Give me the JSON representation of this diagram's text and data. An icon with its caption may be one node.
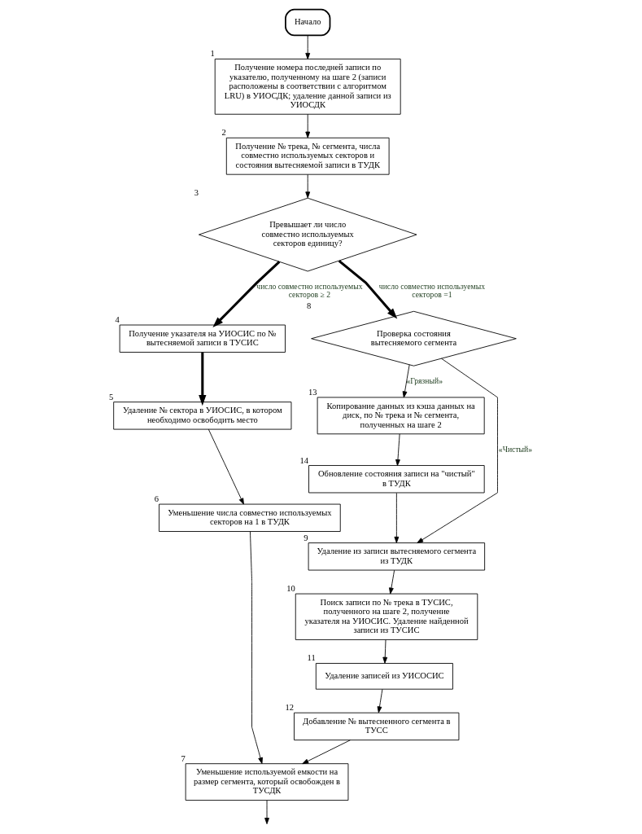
{
  "diagram": {
    "nodes": [
      {
        "text": [
          "Начало"
        ]
      },
      {
        "text": [
          "Получение номера последней записи по указателю, полученному на шаге 2 (записи расположены в соответствии с алгоритмом LRU) в УИОСДК; удаление данной записи из УИОСДК"
        ],
        "beside": [
          "1"
        ]
      },
      {
        "text": [
          "Получение № трека, № сегмента, числа совместно используемых секторов и состояния вытесняемой записи в ТУДК"
        ],
        "beside": [
          "2"
        ]
      },
      {
        "text": [
          "Превышает ли число совместно используемых секторов единицу?"
        ],
        "beside": [
          "3"
        ]
      },
      {
        "text": [
          "Получение указателя на УИОСИС по № вытесняемой записи в ТУСИС"
        ],
        "beside": [
          "4"
        ]
      },
      {
        "text": [
          "Удаление № сектора в УИОСИС, в котором необходимо освободить место"
        ],
        "beside": [
          "5"
        ]
      },
      {
        "text": [
          "Уменьшение числа совместно используемых секторов на 1 в ТУДК"
        ],
        "beside": [
          "6"
        ]
      },
      {
        "text": [
          "Проверка состояния вытесняемого сегмента"
        ],
        "beside": [
          "8"
        ]
      },
      {
        "text": [
          "Копирование данных из кэша данных на диск, по № трека и № сегмента, полученных на шаге 2"
        ],
        "beside": [
          "13"
        ]
      },
      {
        "text": [
          "Обновление состояния записи на \"чистый\" в ТУДК"
        ],
        "beside": [
          "14"
        ]
      },
      {
        "text": [
          "Удаление из записи вытесняемого сегмента из ТУДК"
        ],
        "beside": [
          "9"
        ]
      },
      {
        "text": [
          "Поиск записи по № трека в ТУСИС, полученного на шаге 2, получение указателя на УИОСИС. Удаление найденной записи из ТУСИС"
        ],
        "beside": [
          "10"
        ]
      },
      {
        "text": [
          "Удаление записей из УИСОСИС"
        ],
        "beside": [
          "11"
        ]
      },
      {
        "text": [
          "Добавление № вытесненного сегмента в ТУСС"
        ],
        "beside": [
          "12"
        ]
      },
      {
        "text": [
          "Уменьшение используемой емкости на размер сегмента, который освобожден в ТУСДК"
        ],
        "beside": [
          "7"
        ]
      }
    ],
    "edges": [
      {
        "from": 0,
        "to": 1,
        "arrow": "to"
      },
      {
        "from": 1,
        "to": 2,
        "arrow": "to"
      },
      {
        "from": 2,
        "to": 3,
        "arrow": "to"
      },
      {
        "from": 3,
        "to": 4,
        "arrow": "to",
        "label": "число совместно используемых секторов ≥ 2",
        "style": "thick"
      },
      {
        "from": 3,
        "to": 7,
        "arrow": "to",
        "label": "число совместно используемых секторов =1",
        "style": "thick"
      },
      {
        "from": 4,
        "to": 5,
        "arrow": "to",
        "style": "thick"
      },
      {
        "from": 5,
        "to": 6,
        "arrow": "to"
      },
      {
        "from": 7,
        "to": 8,
        "arrow": "to",
        "label": "«Грязный»"
      },
      {
        "from": 7,
        "to": 10,
        "arrow": "to",
        "label": "«Чистый»"
      },
      {
        "from": 8,
        "to": 9,
        "arrow": "to"
      },
      {
        "from": 9,
        "to": 10,
        "arrow": "to"
      },
      {
        "from": 10,
        "to": 11,
        "arrow": "to"
      },
      {
        "from": 11,
        "to": 12,
        "arrow": "to"
      },
      {
        "from": 12,
        "to": 13,
        "arrow": "to"
      },
      {
        "from": 6,
        "to": 14,
        "arrow": "to"
      },
      {
        "from": 13,
        "to": 14,
        "arrow": "to"
      },
      {
        "from": 14,
        "to": null,
        "arrow": "to"
      }
    ]
  }
}
